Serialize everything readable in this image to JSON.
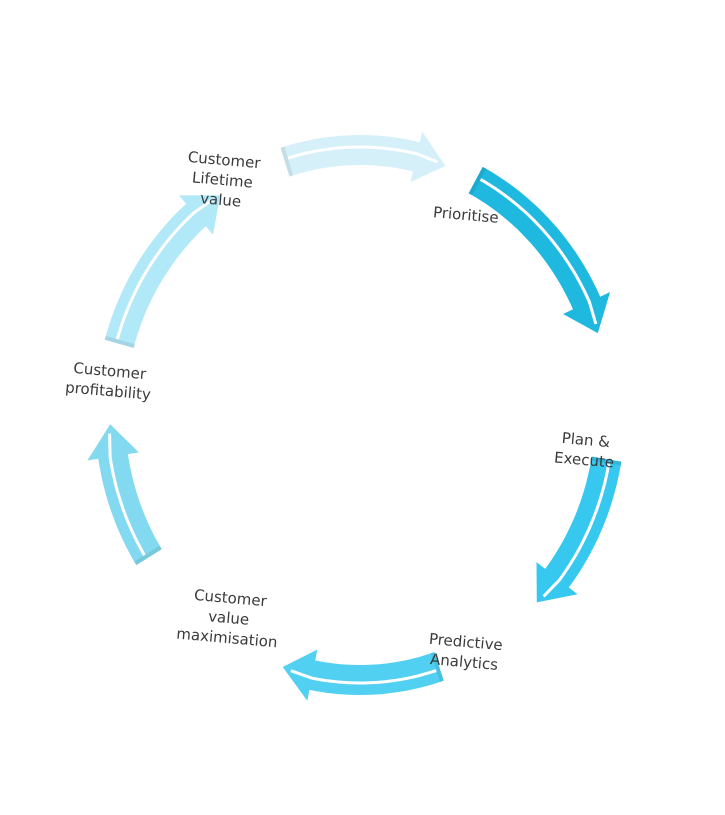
{
  "diagram": {
    "title": "",
    "type": "cycle",
    "stages": [
      {
        "id": "prioritise",
        "lines": [
          "Prioritise"
        ],
        "arrow_color": "#1fb9e0"
      },
      {
        "id": "plan-execute",
        "lines": [
          "Plan &",
          "Execute"
        ],
        "arrow_color": "#36c8ee"
      },
      {
        "id": "predictive-analytics",
        "lines": [
          "Predictive",
          "Analytics"
        ],
        "arrow_color": "#52d0f2"
      },
      {
        "id": "customer-value-maximisation",
        "lines": [
          "Customer",
          "value",
          "maximisation"
        ],
        "arrow_color": "#82d9f0"
      },
      {
        "id": "customer-profitability",
        "lines": [
          "Customer",
          "profitability"
        ],
        "arrow_color": "#b1e9f8"
      },
      {
        "id": "customer-lifetime-value",
        "lines": [
          "Customer",
          "Lifetime",
          "value"
        ],
        "arrow_color": "#d6f0f9"
      }
    ]
  }
}
